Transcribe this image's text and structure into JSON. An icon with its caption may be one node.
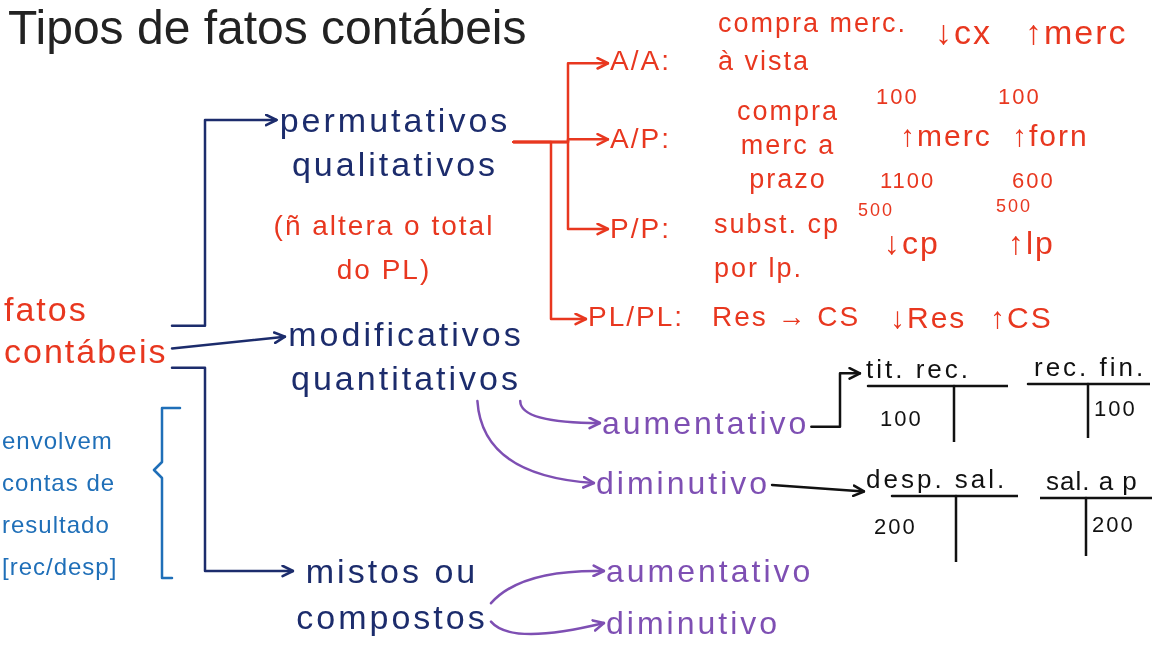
{
  "diagram": {
    "title": "Tipos de fatos contábeis",
    "nodes": [
      {
        "text": [
          "fatos contábeis"
        ]
      },
      {
        "text": [
          "permutativos qualitativos"
        ],
        "beside": [
          "(ñ altera o total do PL)"
        ]
      },
      {
        "text": [
          "modificativos quantitativos"
        ]
      },
      {
        "text": [
          "mistos ou compostos"
        ]
      },
      {
        "text": [
          "A/A:",
          "compra merc. à vista"
        ],
        "beside": [
          "↓cx",
          "↑merc"
        ]
      },
      {
        "text": [
          "A/P:",
          "compra merc a prazo"
        ],
        "beside": [
          "100",
          "100",
          "↑merc",
          "↑forn",
          "1100",
          "600"
        ]
      },
      {
        "text": [
          "P/P:",
          "subst. cp por lp."
        ],
        "beside": [
          "500",
          "500",
          "↓cp",
          "↑lp"
        ]
      },
      {
        "text": [
          "PL/PL:",
          "Res → CS"
        ],
        "beside": [
          "↓Res",
          "↑CS"
        ]
      },
      {
        "text": [
          "aumentativo"
        ]
      },
      {
        "text": [
          "diminutivo"
        ]
      },
      {
        "text": [
          "aumentativo"
        ]
      },
      {
        "text": [
          "diminutivo"
        ]
      },
      {
        "text": [
          "tit. rec.",
          "100"
        ]
      },
      {
        "text": [
          "rec. fin.",
          "100"
        ]
      },
      {
        "text": [
          "desp. sal.",
          "200"
        ]
      },
      {
        "text": [
          "sal. a p",
          "200"
        ]
      }
    ],
    "edges": [
      {
        "from": 0,
        "to": 1,
        "arrow": "to",
        "color": "#1c2c6c"
      },
      {
        "from": 0,
        "to": 2,
        "arrow": "to",
        "color": "#1c2c6c"
      },
      {
        "from": 0,
        "to": 3,
        "arrow": "to",
        "color": "#1c2c6c"
      },
      {
        "from": 1,
        "to": 4,
        "arrow": "to",
        "color": "#e8371f"
      },
      {
        "from": 1,
        "to": 5,
        "arrow": "to",
        "color": "#e8371f"
      },
      {
        "from": 1,
        "to": 6,
        "arrow": "to",
        "color": "#e8371f"
      },
      {
        "from": 1,
        "to": 7,
        "arrow": "to",
        "color": "#e8371f"
      },
      {
        "from": 2,
        "to": 8,
        "arrow": "to",
        "color": "#7e4fb3"
      },
      {
        "from": 2,
        "to": 9,
        "arrow": "to",
        "color": "#7e4fb3"
      },
      {
        "from": 3,
        "to": 10,
        "arrow": "to",
        "color": "#7e4fb3"
      },
      {
        "from": 3,
        "to": 11,
        "arrow": "to",
        "color": "#7e4fb3"
      },
      {
        "from": 8,
        "to": 12,
        "arrow": "to",
        "color": "#111111"
      },
      {
        "from": 9,
        "to": 14,
        "arrow": "to",
        "color": "#111111"
      }
    ],
    "labels": [
      "envolvem contas de resultado [rec/desp]"
    ]
  }
}
